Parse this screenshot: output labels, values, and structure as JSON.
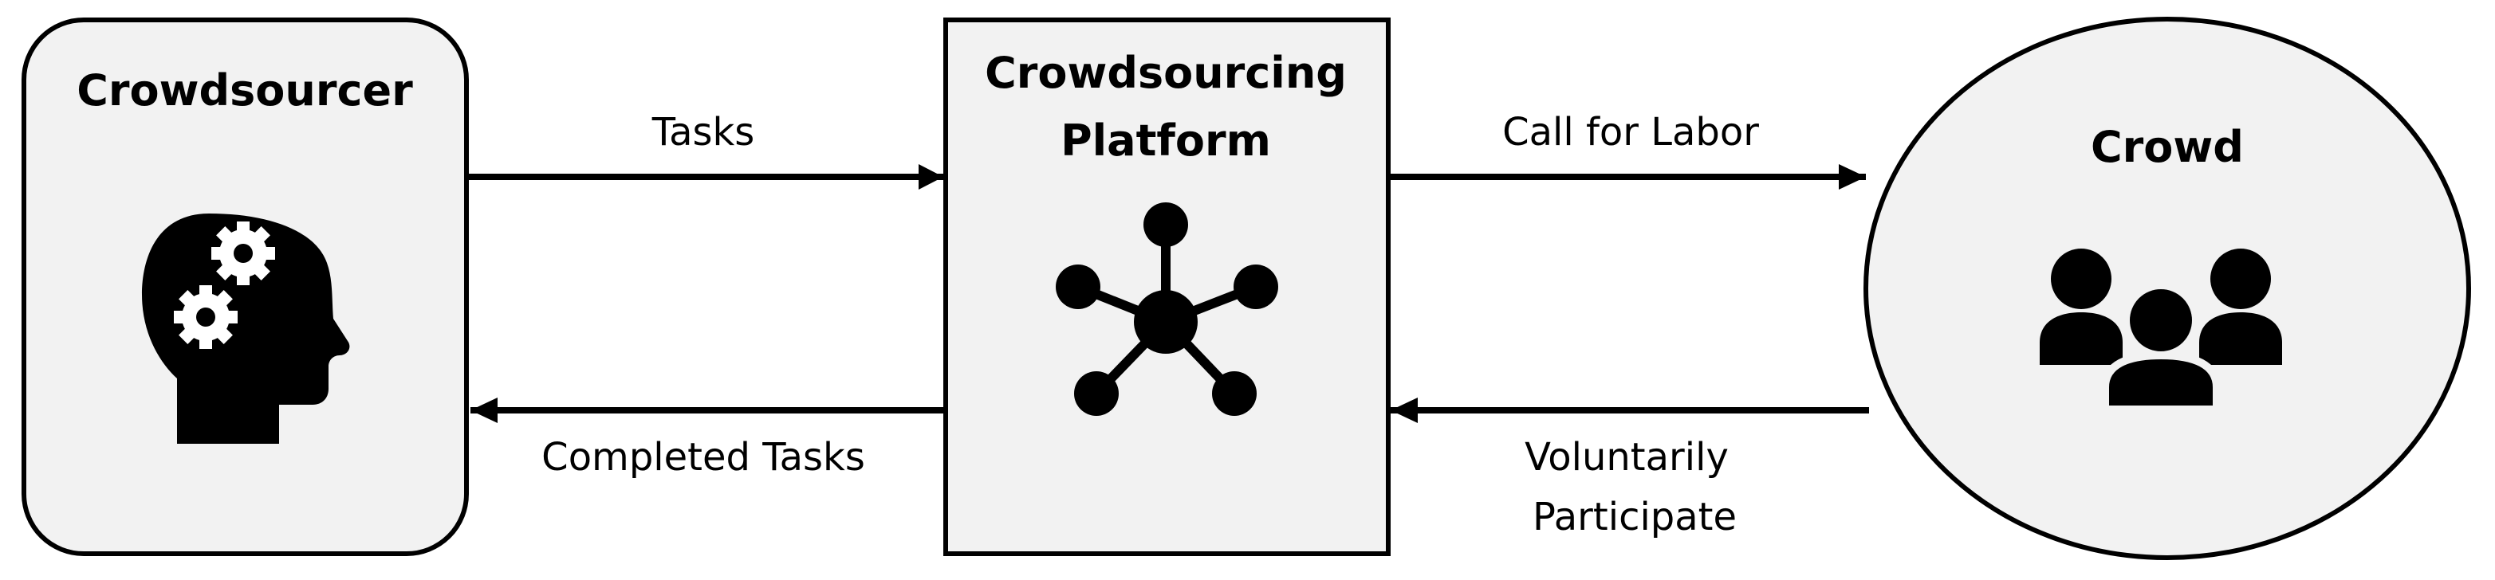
{
  "nodes": {
    "crowdsourcer": {
      "title": "Crowdsourcer",
      "icon": "head-gears-icon"
    },
    "platform": {
      "title_line1": "Crowdsourcing",
      "title_line2": "Platform",
      "icon": "network-hub-icon"
    },
    "crowd": {
      "title": "Crowd",
      "icon": "people-group-icon"
    }
  },
  "edges": {
    "tasks": "Tasks",
    "call_for_labor": "Call for Labor",
    "completed_tasks": "Completed Tasks",
    "voluntarily_line1": "Voluntarily",
    "voluntarily_line2": "Participate"
  },
  "colors": {
    "box_fill": "#f2f2f2",
    "stroke": "#000000"
  }
}
